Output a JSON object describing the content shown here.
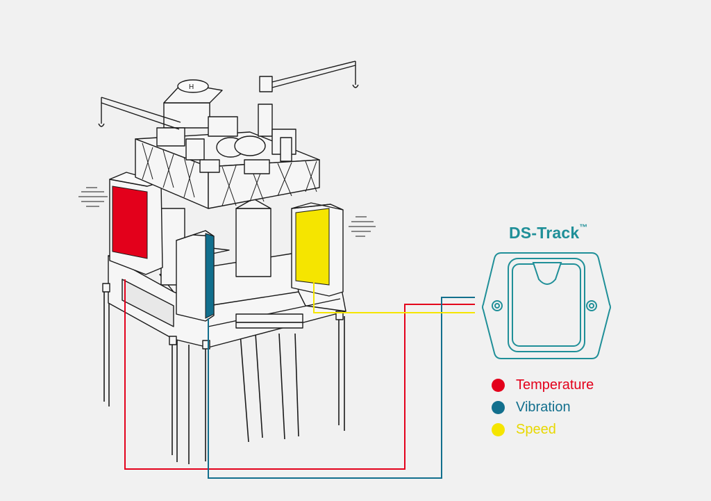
{
  "device": {
    "name": "DS-Track",
    "trademark": "™"
  },
  "legend": [
    {
      "label": "Temperature",
      "color": "#e3001b"
    },
    {
      "label": "Vibration",
      "color": "#126f8d"
    },
    {
      "label": "Speed",
      "color": "#f5e500"
    }
  ],
  "colors": {
    "background": "#f1f1f1",
    "brand_teal": "#1f8f98",
    "line_art": "#1a1a1a"
  },
  "icons": [
    "oil-platform-illustration",
    "ds-track-sensor-device-icon"
  ]
}
